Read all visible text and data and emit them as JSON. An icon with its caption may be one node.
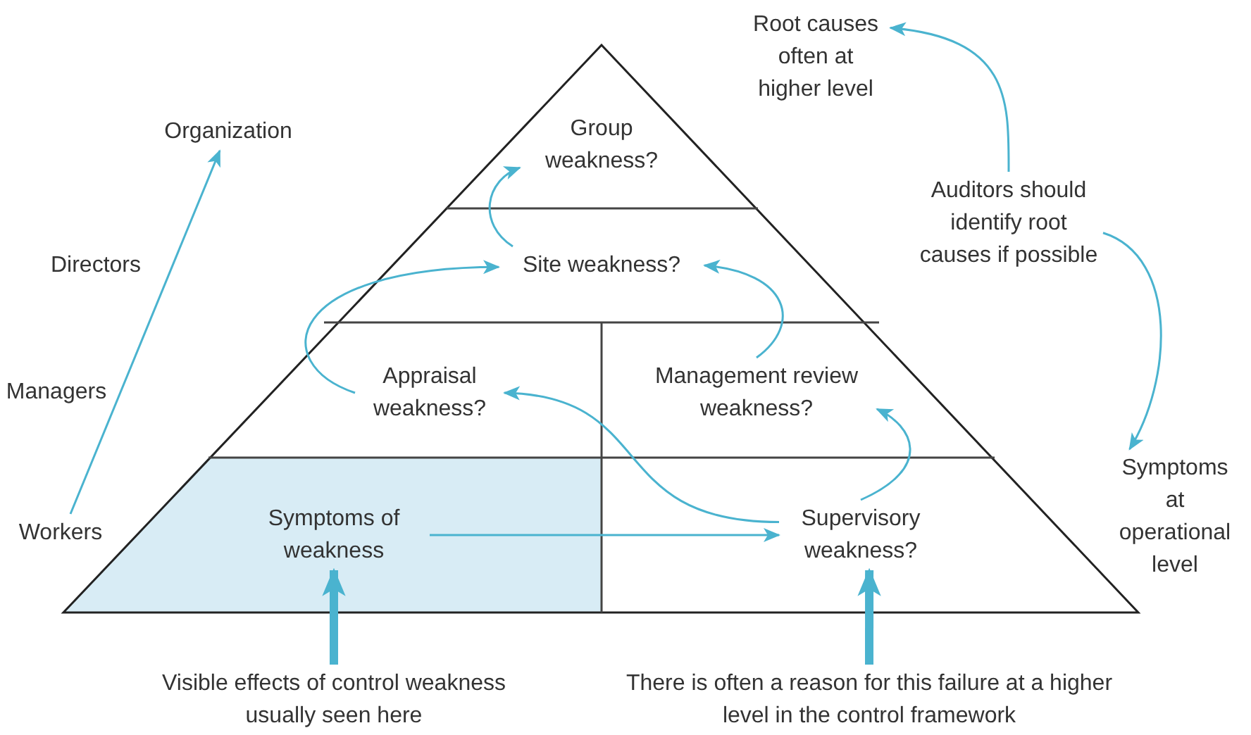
{
  "diagram": {
    "nodes": [
      {
        "text": [
          "Group weakness?"
        ]
      },
      {
        "text": [
          "Site weakness?"
        ]
      },
      {
        "text": [
          "Appraisal weakness?"
        ]
      },
      {
        "text": [
          "Management review weakness?"
        ]
      },
      {
        "text": [
          "Symptoms of weakness"
        ]
      },
      {
        "text": [
          "Supervisory weakness?"
        ]
      },
      {
        "text": [
          "Organization"
        ]
      },
      {
        "text": [
          "Directors"
        ]
      },
      {
        "text": [
          "Managers"
        ]
      },
      {
        "text": [
          "Workers"
        ]
      },
      {
        "text": [
          "Root causes often at higher level"
        ]
      },
      {
        "text": [
          "Auditors should identify root causes if possible"
        ]
      },
      {
        "text": [
          "Symptoms at operational level"
        ]
      },
      {
        "text": [
          "Visible effects of control weakness usually seen here"
        ]
      },
      {
        "text": [
          "There is often a reason for this failure at a higher level in the control framework"
        ]
      }
    ],
    "edges": [
      {
        "from": 9,
        "to": 6,
        "arrow": "to"
      },
      {
        "from": 1,
        "to": 0,
        "arrow": "to"
      },
      {
        "from": 2,
        "to": 1,
        "arrow": "to"
      },
      {
        "from": 3,
        "to": 1,
        "arrow": "to"
      },
      {
        "from": 5,
        "to": 2,
        "arrow": "to"
      },
      {
        "from": 5,
        "to": 3,
        "arrow": "to"
      },
      {
        "from": 4,
        "to": 5,
        "arrow": "to"
      },
      {
        "from": 11,
        "to": 10,
        "arrow": "to"
      },
      {
        "from": 11,
        "to": 12,
        "arrow": "to"
      },
      {
        "from": 13,
        "to": 4,
        "arrow": "to",
        "style": "thick"
      },
      {
        "from": 14,
        "to": 5,
        "arrow": "to",
        "style": "thick"
      }
    ]
  }
}
